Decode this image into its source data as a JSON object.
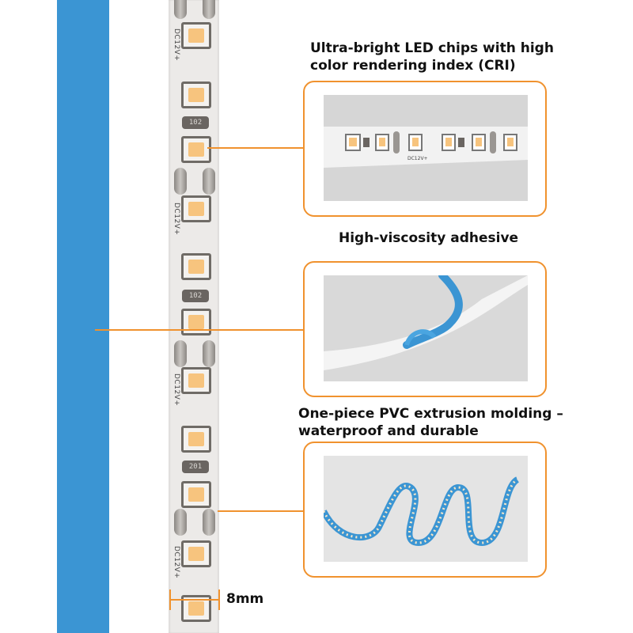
{
  "features": [
    {
      "title_line1": "Ultra-bright LED chips with high",
      "title_line2": "color rendering index (CRI)"
    },
    {
      "title_line1": "High-viscosity adhesive",
      "title_line2": ""
    },
    {
      "title_line1": "One-piece PVC extrusion molding –",
      "title_line2": "waterproof and durable"
    }
  ],
  "strip_labels": {
    "resistor_1": "102",
    "resistor_2": "102",
    "resistor_3": "201",
    "voltage_marks": [
      "DC12V+",
      "DC12V+",
      "DC12V+",
      "DC12V+"
    ]
  },
  "photo1_labels": {
    "voltage": "DC12V+"
  },
  "dimension": {
    "width_label": "8mm"
  },
  "colors": {
    "accent": "#f0922e",
    "backing_blue": "#3b95d3",
    "led_yellow": "#f7c47e"
  }
}
